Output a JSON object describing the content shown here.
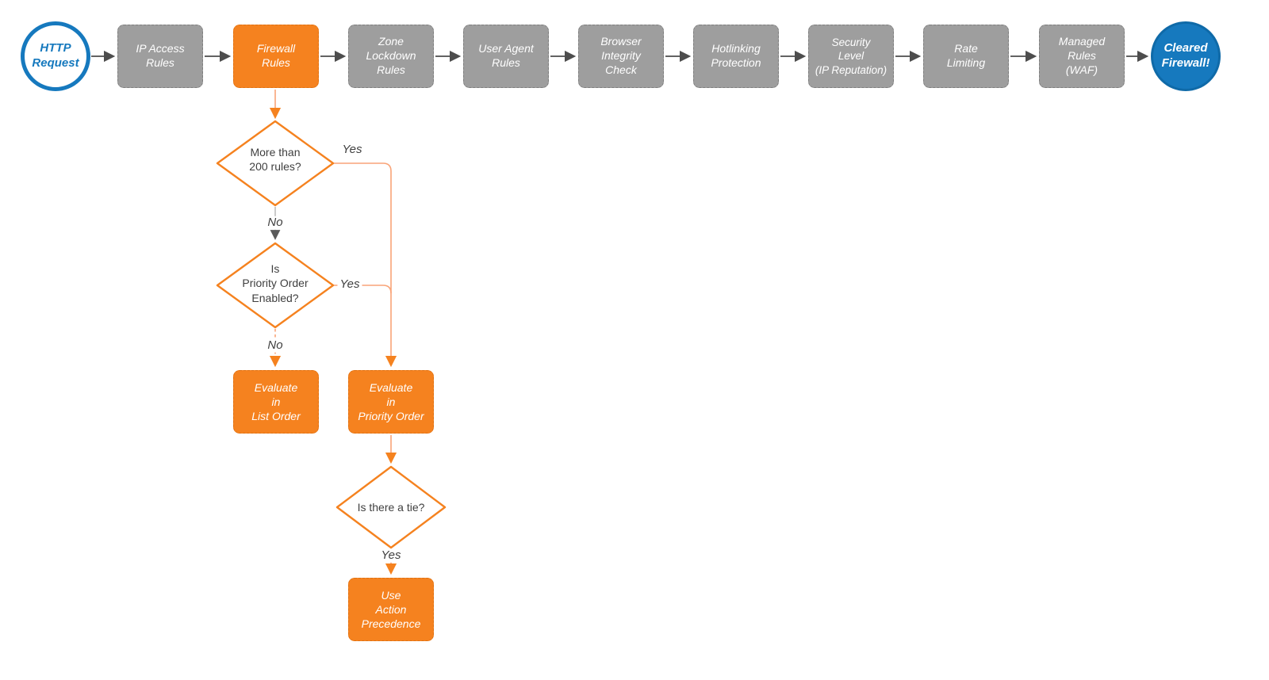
{
  "flow": {
    "nodes": [
      {
        "id": "http-request",
        "label": "HTTP\nRequest",
        "shape": "circle",
        "color": "#1679BE"
      },
      {
        "id": "ip-access-rules",
        "label": "IP Access\nRules",
        "shape": "box",
        "color": "#9E9E9E"
      },
      {
        "id": "firewall-rules",
        "label": "Firewall\nRules",
        "shape": "box",
        "color": "#F5821F"
      },
      {
        "id": "zone-lockdown-rules",
        "label": "Zone\nLockdown\nRules",
        "shape": "box",
        "color": "#9E9E9E"
      },
      {
        "id": "user-agent-rules",
        "label": "User Agent\nRules",
        "shape": "box",
        "color": "#9E9E9E"
      },
      {
        "id": "browser-integrity-check",
        "label": "Browser\nIntegrity\nCheck",
        "shape": "box",
        "color": "#9E9E9E"
      },
      {
        "id": "hotlinking-protection",
        "label": "Hotlinking\nProtection",
        "shape": "box",
        "color": "#9E9E9E"
      },
      {
        "id": "security-level",
        "label": "Security\nLevel\n(IP Reputation)",
        "shape": "box",
        "color": "#9E9E9E"
      },
      {
        "id": "rate-limiting",
        "label": "Rate\nLimiting",
        "shape": "box",
        "color": "#9E9E9E"
      },
      {
        "id": "managed-rules-waf",
        "label": "Managed\nRules\n(WAF)",
        "shape": "box",
        "color": "#9E9E9E"
      },
      {
        "id": "cleared-firewall",
        "label": "Cleared\nFirewall!",
        "shape": "circle",
        "color": "#1679BE"
      }
    ],
    "decisions": [
      {
        "id": "more-than-200-rules",
        "label": "More than\n200 rules?"
      },
      {
        "id": "priority-order-enabled",
        "label": "Is\nPriority Order\nEnabled?"
      },
      {
        "id": "is-there-a-tie",
        "label": "Is there a tie?"
      }
    ],
    "actions": [
      {
        "id": "evaluate-list-order",
        "label": "Evaluate\nin\nList Order"
      },
      {
        "id": "evaluate-priority-order",
        "label": "Evaluate\nin\nPriority Order"
      },
      {
        "id": "use-action-precedence",
        "label": "Use\nAction\nPrecedence"
      }
    ],
    "edge_labels": {
      "d1_yes": "Yes",
      "d1_no": "No",
      "d2_yes": "Yes",
      "d2_no": "No",
      "d3_yes": "Yes"
    },
    "colors": {
      "orange": "#F5821F",
      "orange_light": "#F9A478",
      "gray_node": "#9E9E9E",
      "blue": "#1679BE",
      "arrow_dark": "#4D4D4D",
      "gray_connector": "#BDBDBD",
      "text_dark": "#3F3F3F",
      "background": "#FFFFFF"
    }
  }
}
